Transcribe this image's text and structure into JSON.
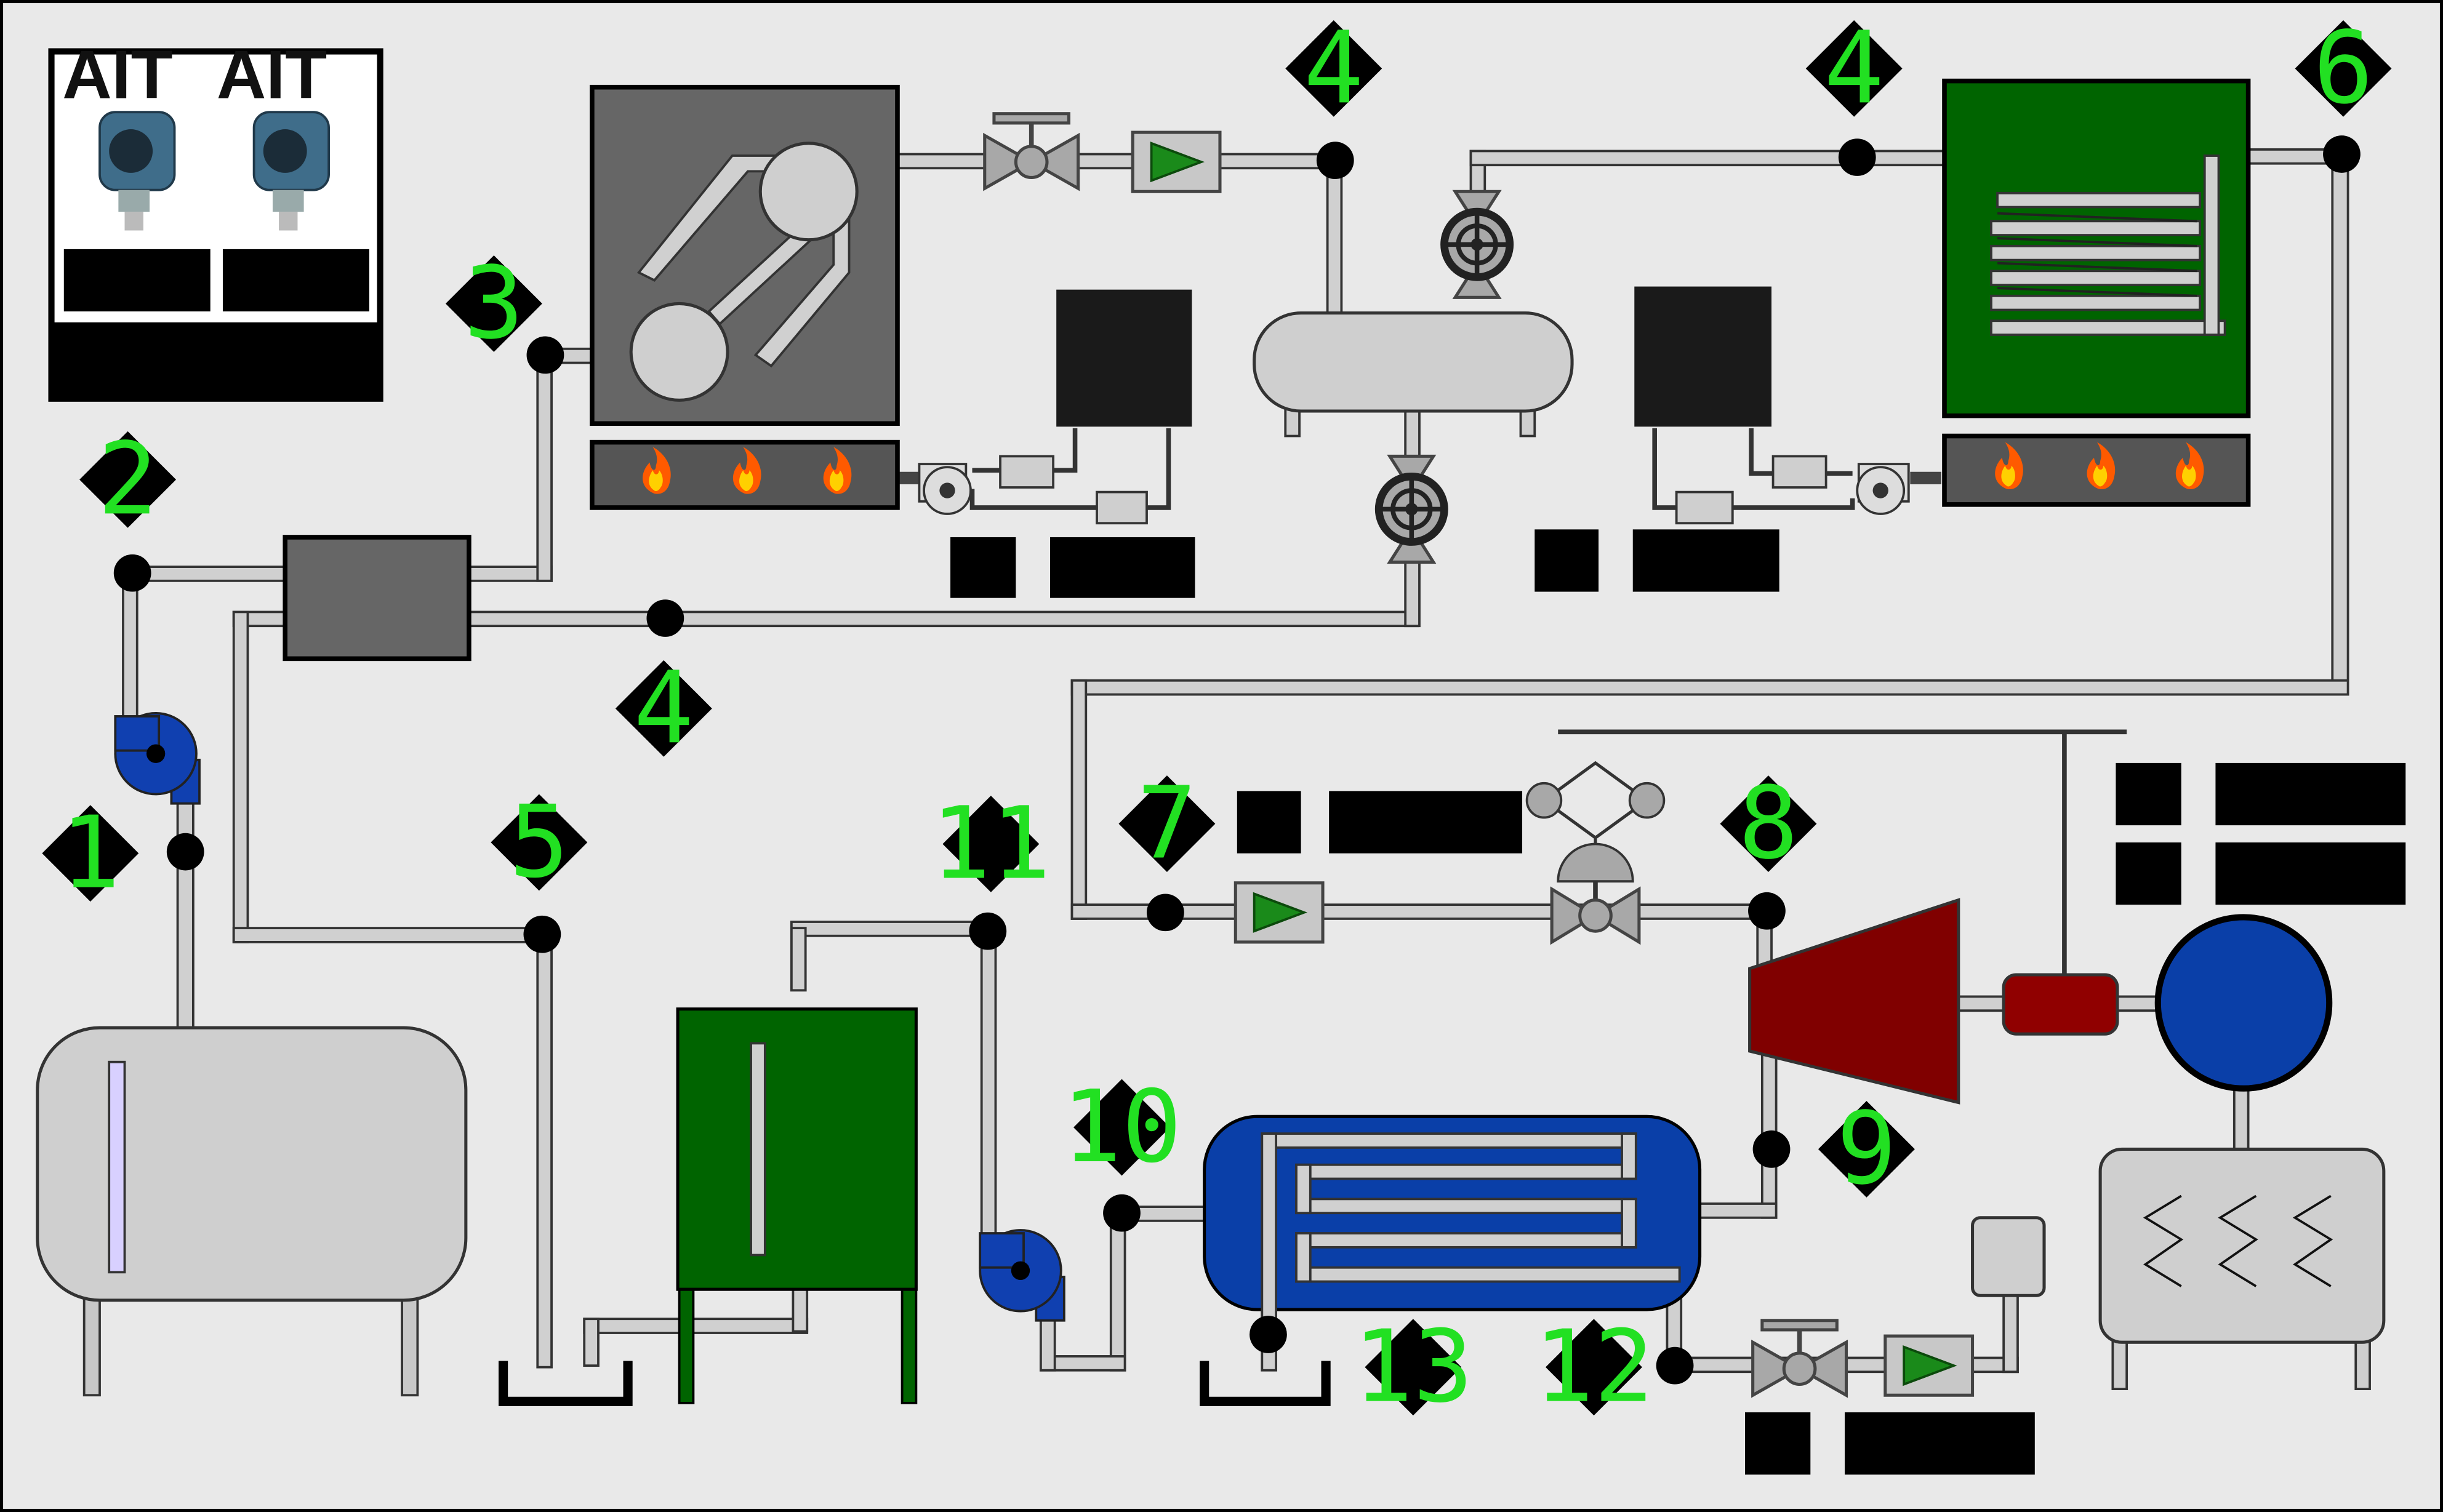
{
  "panel": {
    "brand_left": "AIT",
    "brand_right": "AIT"
  },
  "tags": {
    "t1": "1",
    "t2": "2",
    "t3": "3",
    "t4a": "4",
    "t4b": "4",
    "t4c": "4",
    "t5": "5",
    "t6": "6",
    "t7": "7",
    "t8": "8",
    "t9": "9",
    "t10": "10",
    "t11": "11",
    "t12": "12",
    "t13": "13"
  },
  "colors": {
    "background": "#e9e9e9",
    "pipe": "#d0d0d0",
    "tag_bg": "#000000",
    "tag_text": "#22e022",
    "boiler_green": "#006400",
    "pump_blue": "#1040b0",
    "turbine_red": "#800000",
    "condenser_blue": "#0a3fa8",
    "dark_panel": "#666666",
    "display_black": "#1a1a1a"
  },
  "icons": {
    "flame": "flame-icon",
    "valve": "valve-icon",
    "flow_meter": "flow-meter-icon",
    "pump": "pump-icon",
    "fan": "fan-icon",
    "turbine": "turbine-icon",
    "generator": "generator-icon",
    "transmitter": "pressure-transmitter-icon"
  }
}
